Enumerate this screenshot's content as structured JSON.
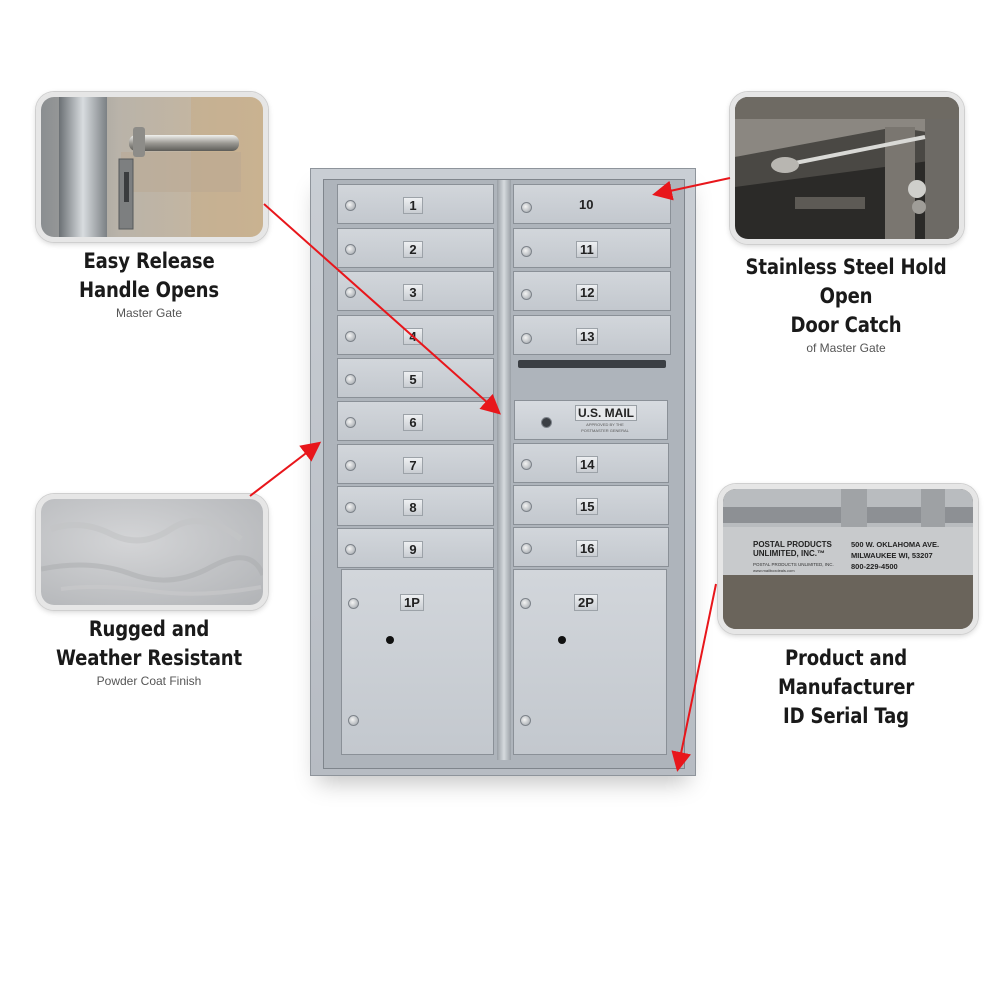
{
  "callouts": {
    "handle": {
      "title_1": "Easy Release",
      "title_2": "Handle Opens",
      "subtitle": "Master Gate"
    },
    "door_catch": {
      "title_1": "Stainless Steel Hold Open",
      "title_2": "Door Catch",
      "subtitle": "of Master Gate"
    },
    "finish": {
      "title_1": "Rugged and",
      "title_2": "Weather Resistant",
      "subtitle": "Powder Coat Finish"
    },
    "serial_tag": {
      "title_1": "Product and Manufacturer",
      "title_2": "ID Serial Tag"
    }
  },
  "serial_tag_photo": {
    "brand_1": "POSTAL PRODUCTS",
    "brand_2": "UNLIMITED, INC.™",
    "address_1": "500 W. OKLAHOMA AVE.",
    "address_2": "MILWAUKEE WI, 53207",
    "phone": "800-229-4500",
    "small_1": "POSTAL PRODUCTS UNLIMITED, INC.",
    "small_2": "www.mailboxdeals.com"
  },
  "mailbox": {
    "left_doors": [
      "1",
      "2",
      "3",
      "4",
      "5",
      "6",
      "7",
      "8",
      "9"
    ],
    "right_top_doors": [
      "10",
      "11",
      "12",
      "13"
    ],
    "right_bottom_doors": [
      "14",
      "15",
      "16"
    ],
    "parcel_doors": [
      "1P",
      "2P"
    ],
    "usmail_label": "U.S. MAIL",
    "usmail_sub_1": "APPROVED BY THE",
    "usmail_sub_2": "POSTMASTER GENERAL"
  },
  "colors": {
    "arrow": "#e8161b",
    "metal": "#c6cbd1"
  }
}
